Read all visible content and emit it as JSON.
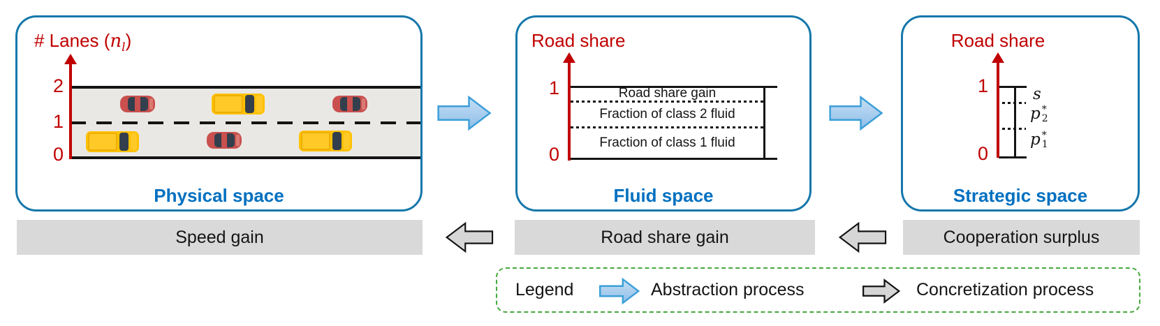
{
  "figure": {
    "panels": {
      "physical": {
        "title": "Physical space",
        "axis_label": {
          "prefix": "# Lanes (",
          "var": "n",
          "sub": "l",
          "suffix": ")"
        },
        "ticks": [
          "2",
          "1",
          "0"
        ],
        "cars": {
          "top_lane": [
            "red",
            "yellow",
            "red"
          ],
          "bottom_lane": [
            "yellow",
            "red",
            "yellow"
          ]
        }
      },
      "fluid": {
        "title": "Fluid space",
        "axis_label": "Road share",
        "ticks": [
          "1",
          "0"
        ],
        "bands": [
          "Road share gain",
          "Fraction of class 2 fluid",
          "Fraction of class 1 fluid"
        ]
      },
      "strategic": {
        "title": "Strategic space",
        "axis_label": "Road share",
        "ticks": [
          "1",
          "0"
        ],
        "bands": [
          {
            "base": "s",
            "sup": "",
            "sub": ""
          },
          {
            "base": "p",
            "sup": "*",
            "sub": "2"
          },
          {
            "base": "p",
            "sup": "*",
            "sub": "1"
          }
        ]
      }
    },
    "bottom_bars": [
      {
        "label": "Speed gain"
      },
      {
        "label": "Road share gain"
      },
      {
        "label": "Cooperation surplus"
      }
    ],
    "legend": {
      "label": "Legend",
      "items": [
        {
          "arrow": "blue-right-arrow",
          "label": "Abstraction process"
        },
        {
          "arrow": "gray-right-arrow",
          "label": "Concretization process"
        }
      ]
    },
    "colors": {
      "panel_border": "#1577AB",
      "title_blue": "#0070C0",
      "accent_red": "#C00000",
      "bar_gray": "#D9D9D9",
      "road_gray": "#E9E8E5",
      "blue_arrow_fill": "#A9CDED",
      "blue_arrow_border": "#3B9FD8",
      "gray_arrow_fill": "#D6D6D6",
      "legend_green": "#46A83C",
      "car_red": "#C9504E",
      "car_yellow": "#FFC103"
    }
  }
}
